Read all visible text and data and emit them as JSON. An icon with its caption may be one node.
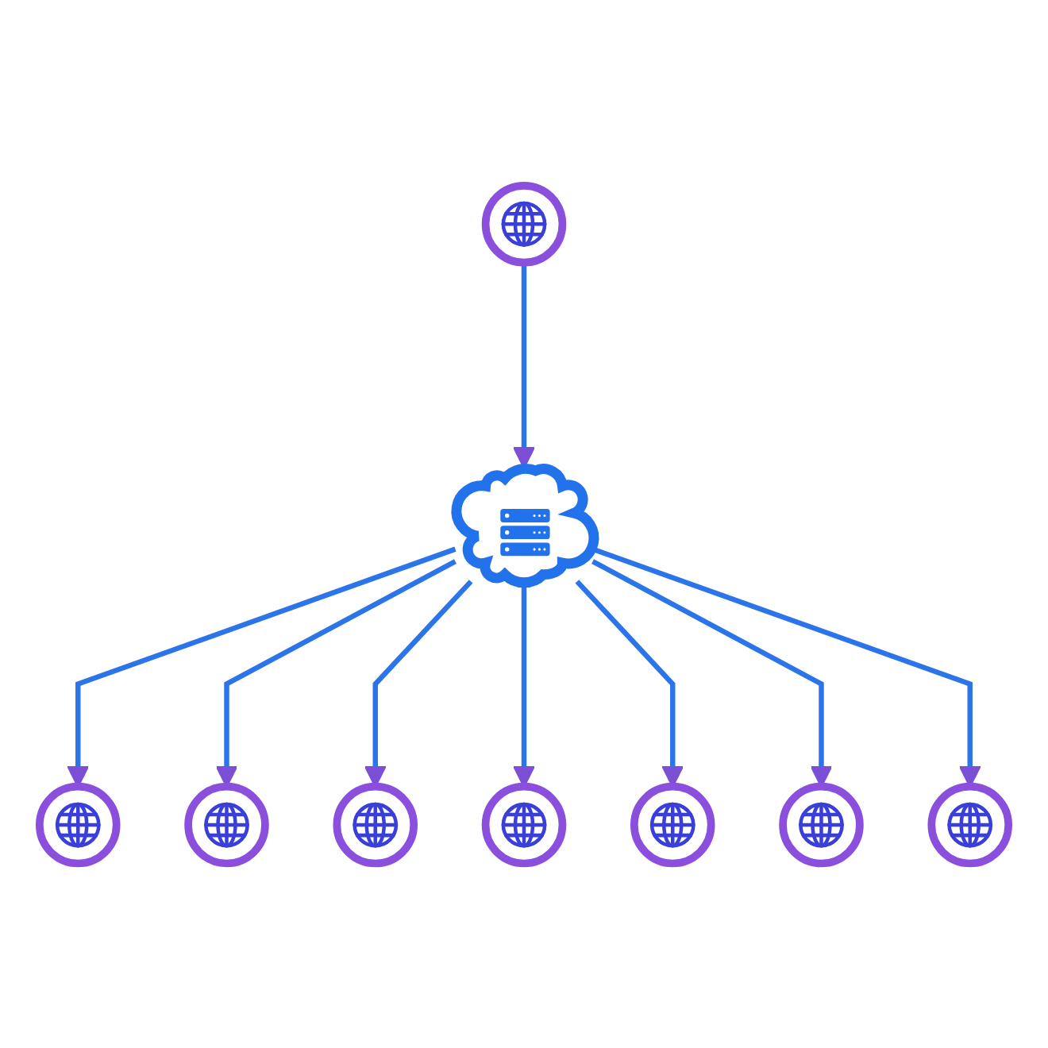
{
  "diagram": {
    "nodes": [
      {
        "text": [],
        "shape": "circle"
      },
      {
        "text": [],
        "shape": "circle"
      },
      {
        "text": [],
        "shape": "circle"
      },
      {
        "text": [],
        "shape": "circle"
      },
      {
        "text": [],
        "shape": "cloud"
      },
      {
        "text": [],
        "shape": "circle"
      },
      {
        "text": [],
        "shape": "circle"
      },
      {
        "text": [],
        "shape": "circle"
      },
      {
        "text": [],
        "shape": "circle"
      }
    ],
    "edges": [
      {
        "from": 4,
        "to": 0,
        "arrow": "to"
      },
      {
        "from": 4,
        "to": 2,
        "arrow": "to"
      },
      {
        "from": 4,
        "to": 5,
        "arrow": "to"
      },
      {
        "from": 7,
        "to": 4,
        "arrow": "to"
      },
      {
        "from": 4,
        "to": 8,
        "arrow": "to"
      },
      {
        "from": 4,
        "to": 6,
        "arrow": "to"
      },
      {
        "from": 4,
        "to": 3,
        "arrow": "to"
      },
      {
        "from": 4,
        "to": 1,
        "arrow": "to"
      }
    ]
  }
}
